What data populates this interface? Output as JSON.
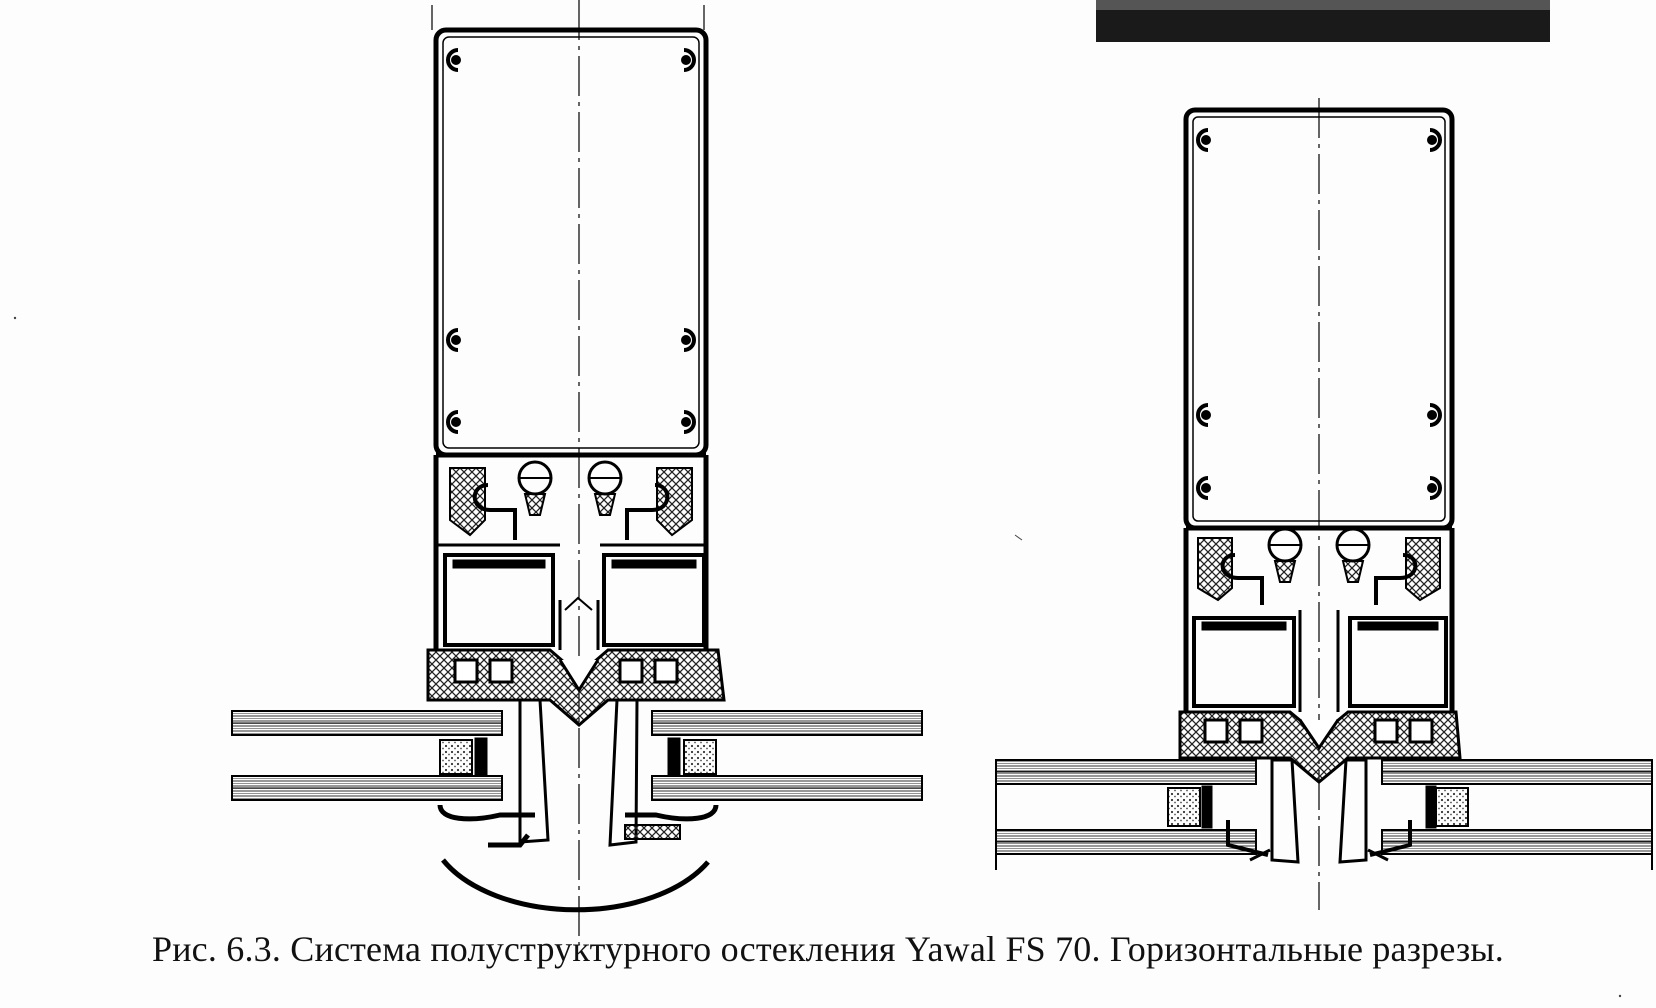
{
  "figure": {
    "caption": "Рис. 6.3. Система полуструктурного остекления Yawal FS 70. Горизонтальные разрезы.",
    "ink_color": "#000000",
    "hatch_color": "#222222",
    "scan_bar_color": "#1a1a1a"
  },
  "sections": [
    {
      "name": "section-left-with-cover-cap"
    },
    {
      "name": "section-right-flush"
    }
  ]
}
